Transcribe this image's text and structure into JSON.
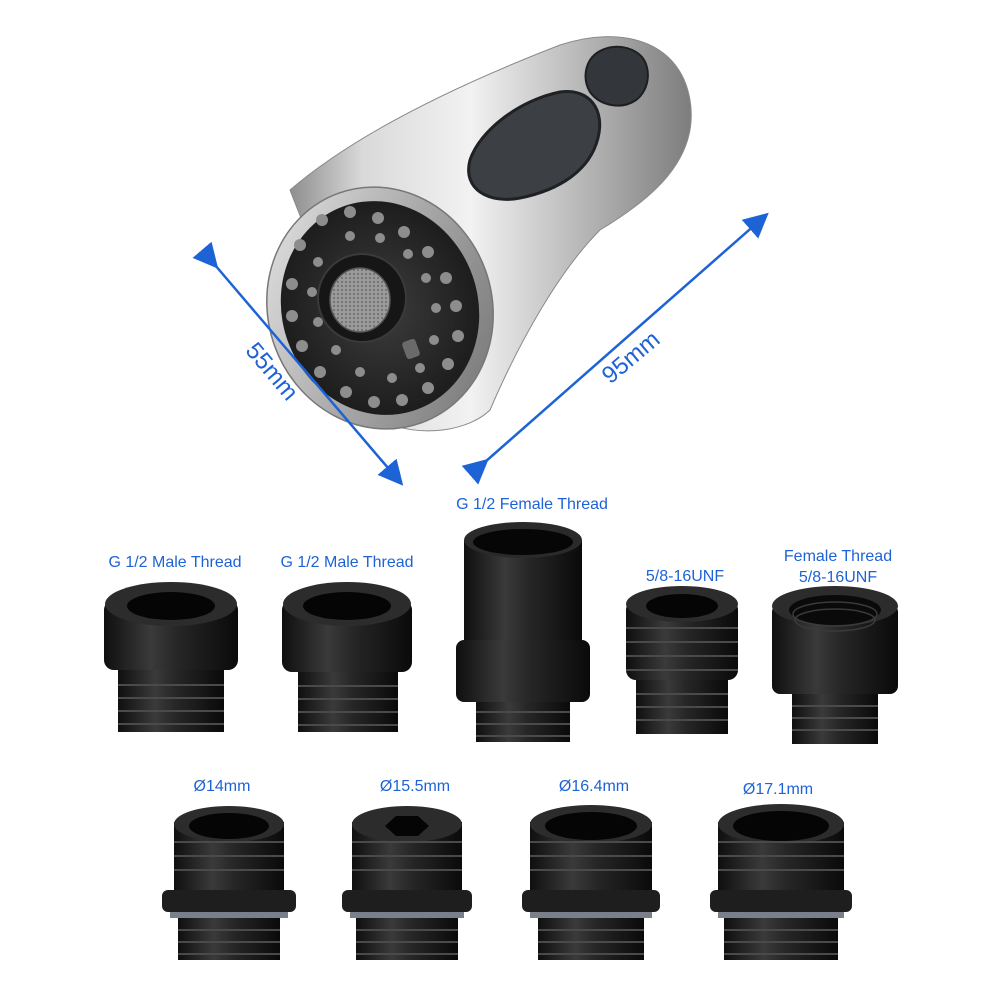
{
  "dimensions": {
    "diameter": "55mm",
    "length": "95mm"
  },
  "labels": {
    "adapter_1": "G 1/2 Male Thread",
    "adapter_2": "G 1/2 Male Thread",
    "adapter_3": "G 1/2 Female Thread",
    "adapter_4": "5/8-16UNF",
    "adapter_5_line1": "Female Thread",
    "adapter_5_line2": "5/8-16UNF",
    "adapter_6": "Ø14mm",
    "adapter_7": "Ø15.5mm",
    "adapter_8": "Ø16.4mm",
    "adapter_9": "Ø17.1mm"
  },
  "colors": {
    "annotation": "#1e63d6",
    "metal": "#c9c9c9",
    "rubber": "#2b2b2b",
    "plastic": "#1a1a1a"
  }
}
